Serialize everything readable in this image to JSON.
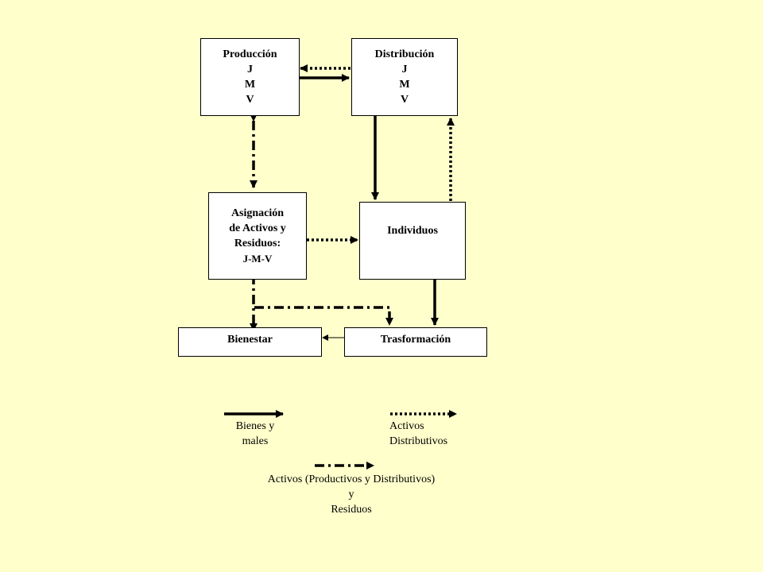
{
  "boxes": {
    "produccion": {
      "title": "Producción",
      "lines": [
        "J",
        "M",
        "V"
      ]
    },
    "distribucion": {
      "title": "Distribución",
      "lines": [
        "J",
        "M",
        "V"
      ]
    },
    "asignacion": {
      "lines": [
        "Asignación",
        "de Activos y",
        "Residuos:"
      ],
      "sub": "J-M-V"
    },
    "individuos": {
      "title": "Individuos"
    },
    "bienestar": {
      "title": "Bienestar"
    },
    "trasformacion": {
      "title": "Trasformación"
    }
  },
  "legend": {
    "bienes": {
      "line1": "Bienes y",
      "line2": "males"
    },
    "distributivos": {
      "line1": "Activos",
      "line2": "Distributivos"
    },
    "productivos": {
      "line1": "Activos (Productivos y Distributivos)",
      "line2": "y",
      "line3": "Residuos"
    }
  },
  "colors": {
    "background": "#ffffcc",
    "box_fill": "#ffffff",
    "stroke": "#000000"
  }
}
